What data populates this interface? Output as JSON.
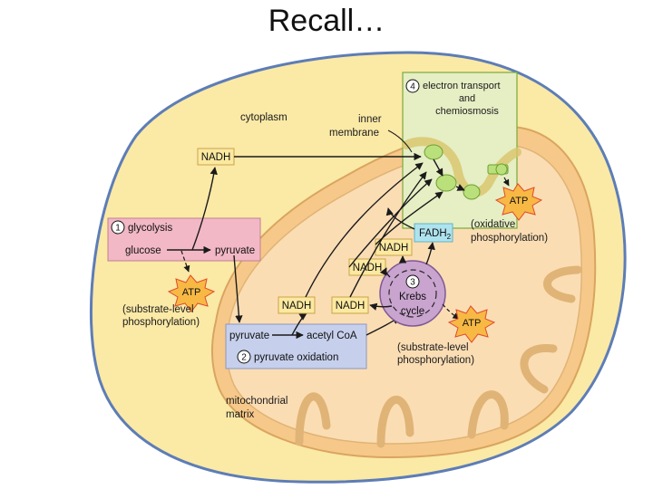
{
  "slide": {
    "title": "Recall…"
  },
  "diagram": {
    "labels": {
      "cytoplasm": "cytoplasm",
      "inner_membrane_1": "inner",
      "inner_membrane_2": "membrane",
      "matrix_1": "mitochondrial",
      "matrix_2": "matrix"
    },
    "steps": {
      "glycolysis": {
        "number": "1",
        "title": "glycolysis",
        "input": "glucose",
        "output": "pyruvate"
      },
      "pyruvate_oxidation": {
        "number": "2",
        "title": "pyruvate oxidation",
        "input": "pyruvate",
        "output": "acetyl CoA"
      },
      "krebs": {
        "number": "3",
        "line1": "Krebs",
        "line2": "cycle"
      },
      "etc": {
        "number": "4",
        "line1": "electron transport",
        "line2": "and",
        "line3": "chemiosmosis"
      }
    },
    "carriers": {
      "nadh_cyto": "NADH",
      "nadh_1": "NADH",
      "nadh_2": "NADH",
      "nadh_3": "NADH",
      "nadh_4": "NADH",
      "fadh2_base": "FADH",
      "fadh2_sub": "2"
    },
    "atp": {
      "label": "ATP",
      "substrate_level_1": "(substrate-level",
      "substrate_level_2": "phosphorylation)",
      "oxidative_1": "(oxidative",
      "oxidative_2": "phosphorylation)"
    },
    "colors": {
      "cell": "#fbe9a6",
      "cell_border": "#5d7db6",
      "mito_outer": "#f6c98a",
      "mito_matrix": "#fbddb4",
      "glycolysis_box": "#f2b8c6",
      "pyruvate_box": "#c6d0ec",
      "krebs": "#c9a4cf",
      "etc_panel": "#e6eec4",
      "carrier_box": "#fce9a0",
      "fadh2_box": "#aee3ee",
      "atp_burst": "#f7b944"
    }
  }
}
